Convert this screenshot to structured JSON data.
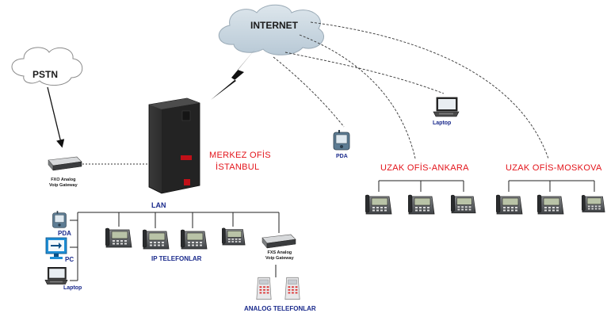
{
  "clouds": {
    "internet": "INTERNET",
    "pstn": "PSTN"
  },
  "hq": {
    "line1": "MERKEZ OFİS",
    "line2": "İSTANBUL",
    "lan": "LAN"
  },
  "devices": {
    "fxo_gateway": [
      "FXO Analog",
      "Voip Gateway"
    ],
    "fxs_gateway": [
      "FXS Analog",
      "Voip Gateway"
    ],
    "pda_local": "PDA",
    "pc_local": "PC",
    "laptop_local": "Laptop",
    "pda_remote": "PDA",
    "laptop_remote": "Laptop",
    "ip_phones": "IP TELEFONLAR",
    "analog_phones": "ANALOG TELEFONLAR"
  },
  "branches": {
    "ankara": "UZAK OFİS-ANKARA",
    "moskova": "UZAK OFİS-MOSKOVA"
  },
  "colors": {
    "accent_red": "#e3141b",
    "label_blue": "#1a2a8c",
    "cloud_fill": "#c5d4df",
    "line": "#333333"
  }
}
